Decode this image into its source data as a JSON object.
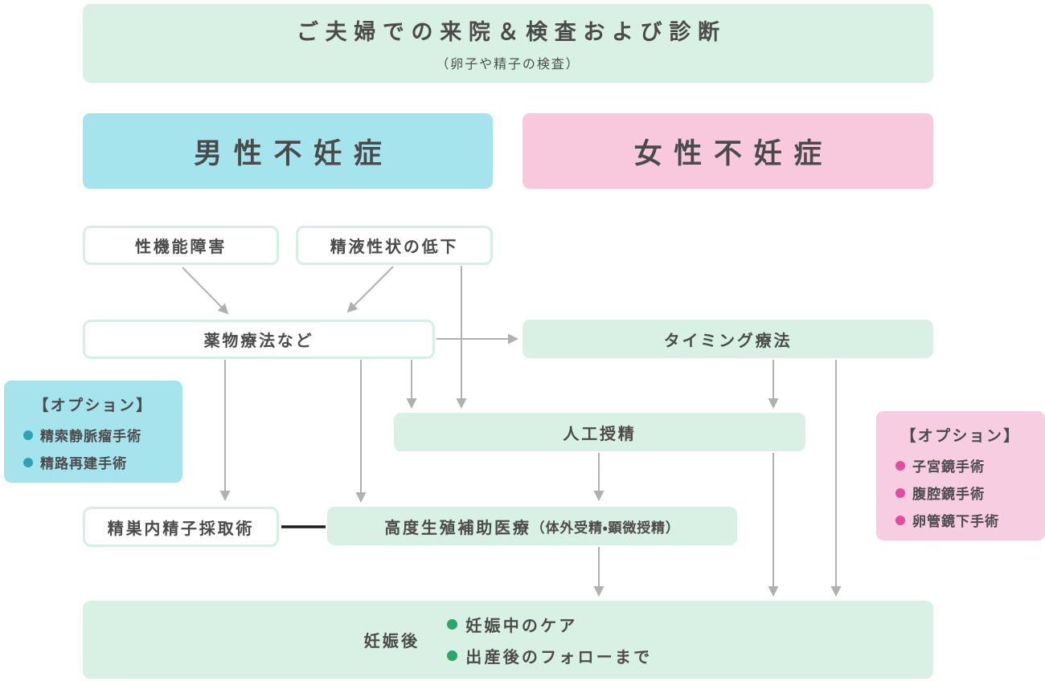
{
  "top_banner": {
    "title": "ご夫婦での来院＆検査および診断",
    "subtitle": "（卵子や精子の検査）"
  },
  "headers": {
    "male": "男性不妊症",
    "female": "女性不妊症"
  },
  "nodes": {
    "sexual_dysfunction": "性機能障害",
    "semen_decline": "精液性状の低下",
    "drug_therapy": "薬物療法など",
    "timing_therapy": "タイミング療法",
    "artificial_insemination": "人工授精",
    "testicular_sperm_extraction": "精巣内精子採取術",
    "art": "高度生殖補助医療",
    "art_note": "（体外受精・顕微授精）"
  },
  "option_male": {
    "title": "【オプション】",
    "items": [
      "精索静脈瘤手術",
      "精路再建手術"
    ]
  },
  "option_female": {
    "title": "【オプション】",
    "items": [
      "子宮鏡手術",
      "腹腔鏡手術",
      "卵管鏡下手術"
    ]
  },
  "bottom_banner": {
    "label": "妊娠後",
    "items": [
      "妊娠中のケア",
      "出産後のフォローまで"
    ]
  },
  "colors": {
    "mint_fill": "#d9f1e5",
    "mint_border": "#d6efe3",
    "male_cyan": "#a5e4ec",
    "female_pink": "#f8c9dd",
    "bullet_teal": "#2fa3b3",
    "bullet_magenta": "#e8489f",
    "bullet_green": "#2ca56a",
    "arrow_gray": "#b0b0b0",
    "text": "#4b4b4b"
  }
}
